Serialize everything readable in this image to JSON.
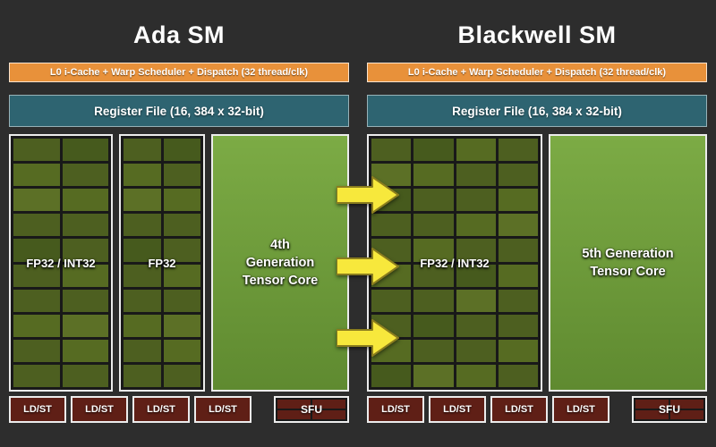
{
  "colors": {
    "background": "#2d2d2d",
    "scheduler_bar_orange": "#e8913a",
    "register_bar_teal": "#2e6471",
    "core_cell_green": "#4d5f20",
    "tensor_core_green": "#6fa03c",
    "ldst_sfu_red": "#5f1f16",
    "arrow_yellow": "#f7e83c"
  },
  "arrows": {
    "count": 3,
    "direction": "right"
  },
  "panels": [
    {
      "id": "ada",
      "title": "Ada SM",
      "scheduler_bar": "L0 i-Cache + Warp Scheduler + Dispatch (32 thread/clk)",
      "register_bar": "Register File (16, 384 x 32-bit)",
      "blocks": [
        {
          "kind": "grid",
          "label": "FP32 / INT32",
          "cols": 2,
          "rows": 10
        },
        {
          "kind": "grid",
          "label": "FP32",
          "cols": 2,
          "rows": 10
        },
        {
          "kind": "tensor",
          "label": "4th Generation Tensor Core"
        }
      ],
      "bottom": {
        "units": [
          "LD/ST",
          "LD/ST",
          "LD/ST",
          "LD/ST"
        ],
        "sfu": "SFU"
      }
    },
    {
      "id": "blackwell",
      "title": "Blackwell SM",
      "scheduler_bar": "L0 i-Cache + Warp Scheduler + Dispatch (32 thread/clk)",
      "register_bar": "Register File (16, 384 x 32-bit)",
      "blocks": [
        {
          "kind": "grid",
          "label": "FP32 / INT32",
          "cols": 4,
          "rows": 10
        },
        {
          "kind": "tensor",
          "label": "5th Generation Tensor Core"
        }
      ],
      "bottom": {
        "units": [
          "LD/ST",
          "LD/ST",
          "LD/ST",
          "LD/ST"
        ],
        "sfu": "SFU"
      }
    }
  ]
}
